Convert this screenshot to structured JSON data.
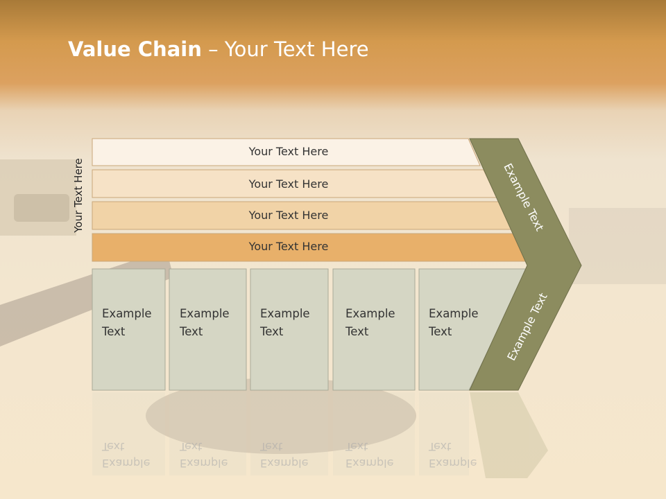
{
  "slide": {
    "title_bold": "Value Chain",
    "title_rest": " – Your Text Here",
    "side_label": "Your Text Here"
  },
  "rows": [
    {
      "label": "Your Text Here",
      "fill": "#fbf2e6"
    },
    {
      "label": "Your Text Here",
      "fill": "#f6e2c6"
    },
    {
      "label": "Your Text Here",
      "fill": "#f1d3a7"
    },
    {
      "label": "Your Text Here",
      "fill": "#e8b06a"
    }
  ],
  "boxes": [
    {
      "line1": "Example",
      "line2": "Text"
    },
    {
      "line1": "Example",
      "line2": "Text"
    },
    {
      "line1": "Example",
      "line2": "Text"
    },
    {
      "line1": "Example",
      "line2": "Text"
    },
    {
      "line1": "Example",
      "line2": "Text"
    }
  ],
  "chevron": {
    "upper_label": "Example Text",
    "lower_label": "Example Text",
    "fill": "#8c8c5f"
  },
  "colors": {
    "box_fill": "#d5d6c4",
    "header": "#d49a4e"
  }
}
